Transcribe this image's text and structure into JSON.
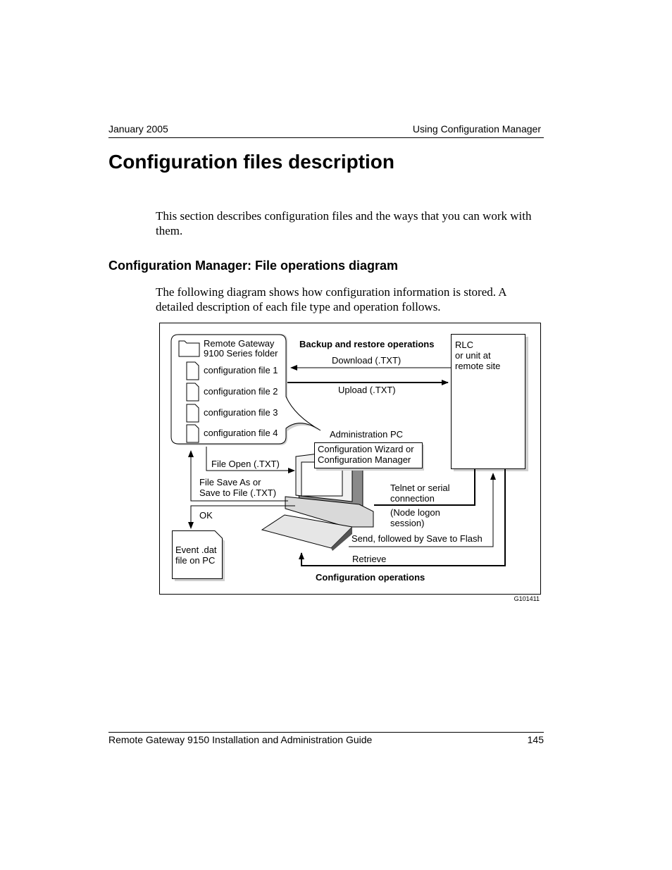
{
  "header": {
    "left": "January 2005",
    "right": "Using Configuration Manager"
  },
  "title": "Configuration files description",
  "intro": "This section describes configuration files and the ways that you can work with them.",
  "section_heading": "Configuration Manager: File operations diagram",
  "diagram_intro": "The following diagram shows how configuration information is stored. A detailed description of each file type and operation follows.",
  "diagram": {
    "folder_line1": "Remote Gateway",
    "folder_line2": "9100 Series folder",
    "files": [
      "configuration file 1",
      "configuration file 2",
      "configuration file 3",
      "configuration file 4"
    ],
    "backup_heading": "Backup and restore operations",
    "download": "Download (.TXT)",
    "upload": "Upload (.TXT)",
    "rlc_line1": "RLC",
    "rlc_line2": "or unit at",
    "rlc_line3": "remote site",
    "admin_pc": "Administration PC",
    "wizard_line1": "Configuration Wizard or",
    "wizard_line2": "Configuration Manager",
    "file_open": "File Open (.TXT)",
    "save_as_line1": "File Save As or",
    "save_as_line2": "Save to File (.TXT)",
    "ok": "OK",
    "event_line1": "Event .dat",
    "event_line2": "file on PC",
    "telnet_line1": "Telnet or serial",
    "telnet_line2": "connection",
    "node_line1": "(Node logon",
    "node_line2": "session)",
    "send": "Send, followed by Save to Flash",
    "retrieve": "Retrieve",
    "config_ops": "Configuration operations",
    "figure_id": "G101411"
  },
  "footer": {
    "left": "Remote Gateway 9150 Installation and Administration Guide",
    "page": "145"
  }
}
